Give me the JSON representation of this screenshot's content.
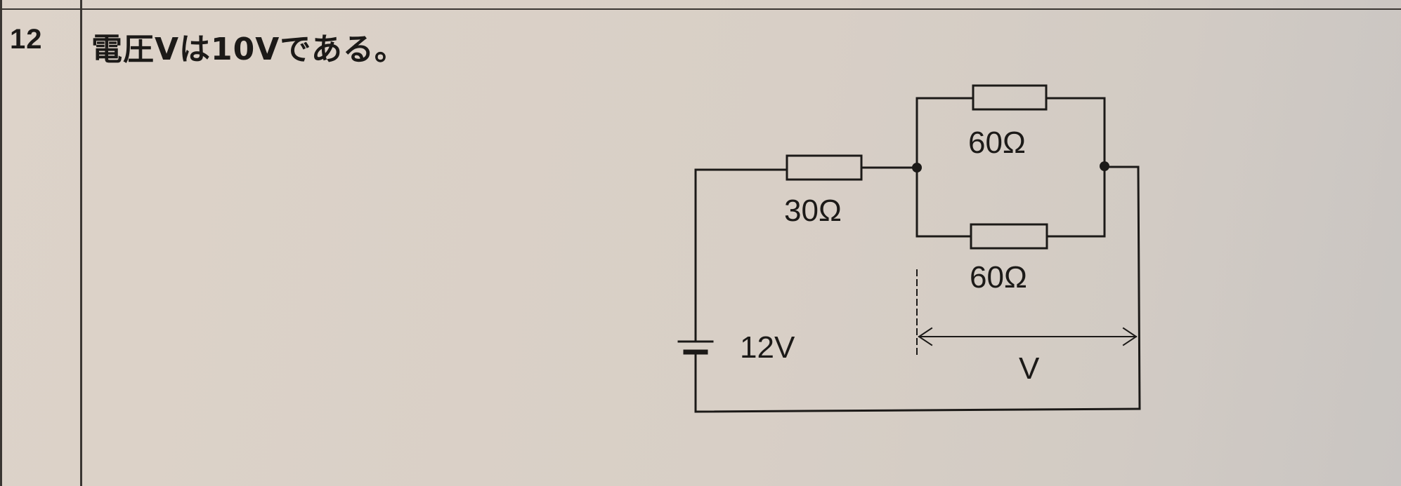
{
  "question": {
    "number": "12",
    "text": "電圧Vは10Vである。"
  },
  "circuit": {
    "battery_label": "12V",
    "series_resistor_label": "30Ω",
    "parallel_top_label": "60Ω",
    "parallel_bottom_label": "60Ω",
    "voltage_label": "V"
  }
}
